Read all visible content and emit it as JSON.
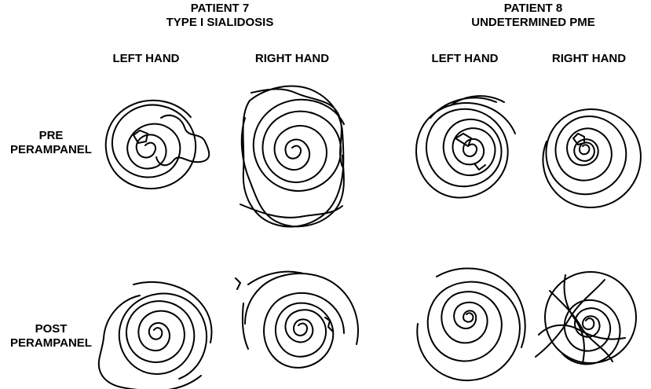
{
  "patients": [
    {
      "name": "PATIENT 7",
      "diagnosis": "TYPE I SIALIDOSIS"
    },
    {
      "name": "PATIENT 8",
      "diagnosis": "UNDETERMINED PME"
    }
  ],
  "hands": {
    "left": "LEFT HAND",
    "right": "RIGHT HAND"
  },
  "rows": [
    {
      "line1": "PRE",
      "line2": "PERAMPANEL"
    },
    {
      "line1": "POST",
      "line2": "PERAMPANEL"
    }
  ],
  "ink_color": "#000000",
  "background_color": "#ffffff"
}
